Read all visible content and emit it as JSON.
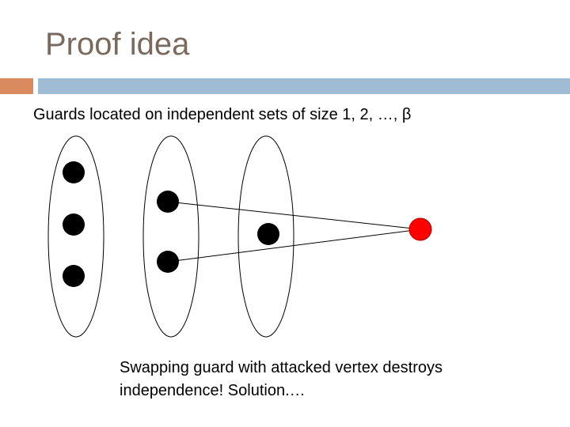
{
  "slide": {
    "title": "Proof idea",
    "subtitle": "Guards located on independent sets of size 1, 2, …, β",
    "note_line1": "Swapping guard with attacked vertex destroys",
    "note_line2": "independence! Solution.…"
  },
  "colors": {
    "title_text": "#7a6a5e",
    "accent_bar": "#d98b5f",
    "main_bar": "#9fbcd4",
    "guard_vertex": "#000000",
    "attacked_vertex": "#ff0000"
  },
  "diagram": {
    "independent_sets": [
      {
        "size": 3,
        "guards": 3
      },
      {
        "size": 2,
        "guards": 2
      },
      {
        "size": 1,
        "guards": 1
      }
    ],
    "attacked_vertex": {
      "color": "red",
      "edges_to_set": 2
    }
  }
}
